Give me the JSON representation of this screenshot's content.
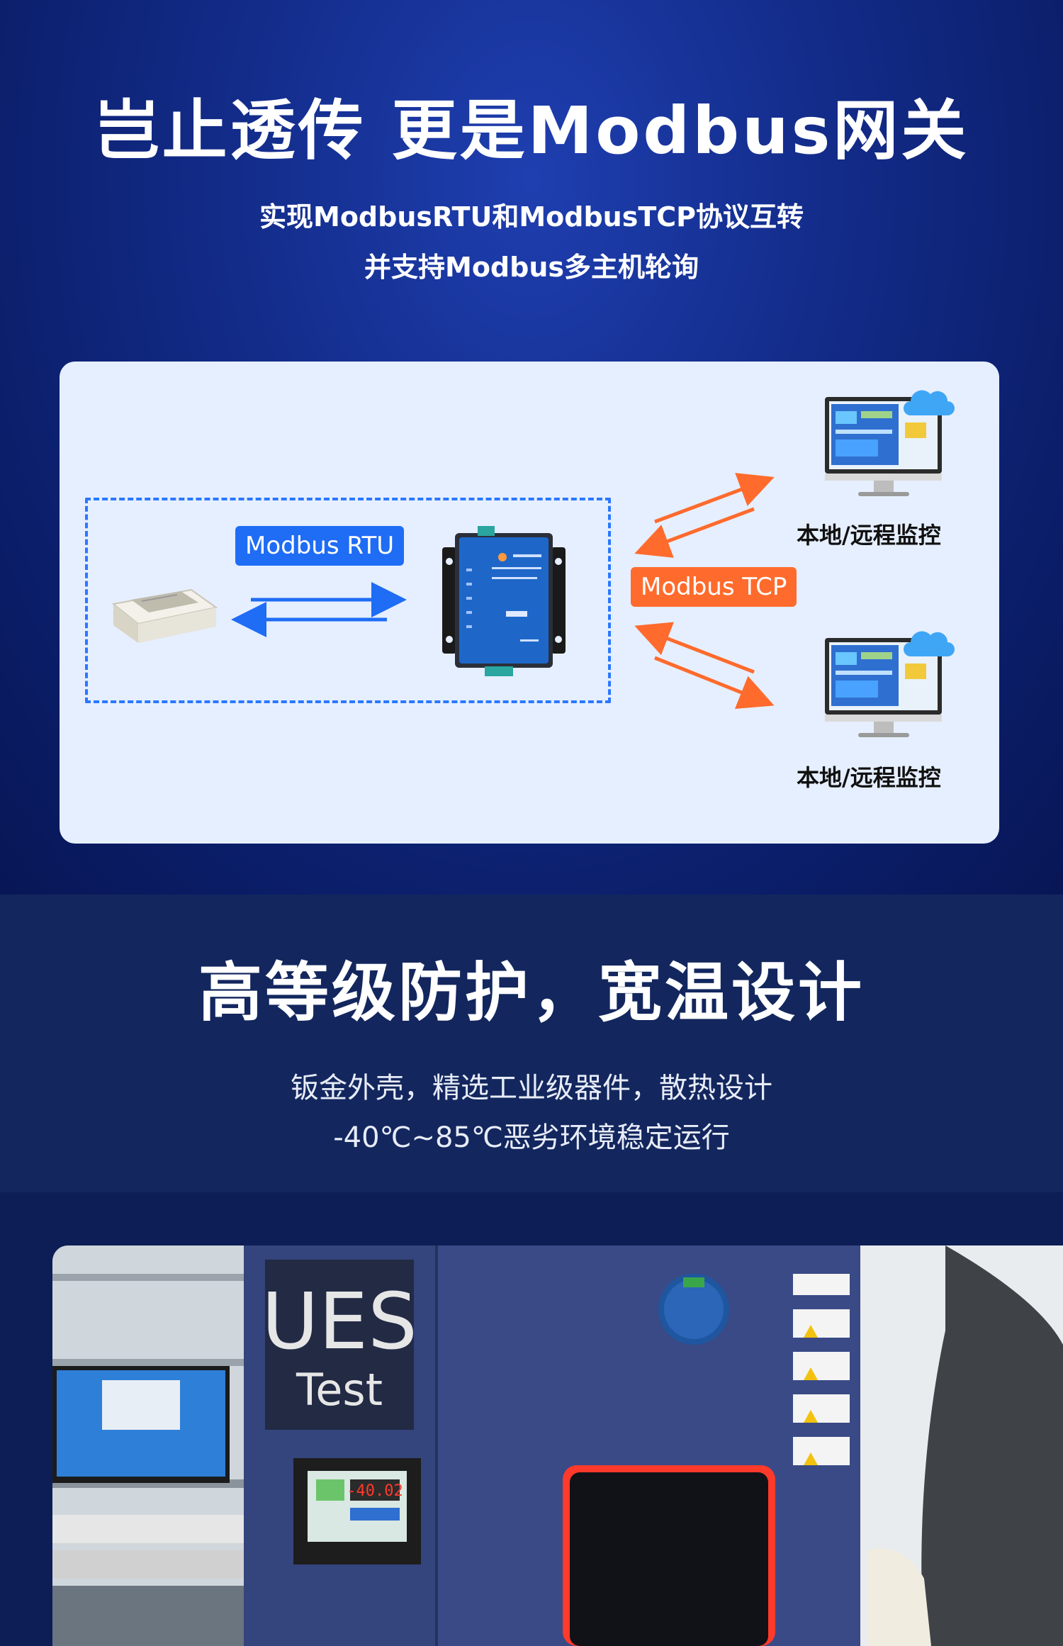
{
  "section1": {
    "title": "岂止透传 更是Modbus网关",
    "subtitle_line1": "实现ModbusRTU和ModbusTCP协议互转",
    "subtitle_line2": "并支持Modbus多主机轮询",
    "diagram": {
      "rtu_label": "Modbus RTU",
      "tcp_label": "Modbus TCP",
      "monitor_label_1": "本地/远程监控",
      "monitor_label_2": "本地/远程监控",
      "colors": {
        "rtu": "#1f6cf5",
        "tcp": "#ff6b2d",
        "panel": "#e6efff"
      }
    }
  },
  "section2": {
    "title": "高等级防护，宽温设计",
    "subtitle_line1": "钣金外壳，精选工业级器件，散热设计",
    "subtitle_line2": "-40℃~85℃恶劣环境稳定运行"
  },
  "section3": {
    "photo": {
      "logo_main": "UES",
      "logo_sub": "Test",
      "display_reading": "-40.02"
    }
  }
}
